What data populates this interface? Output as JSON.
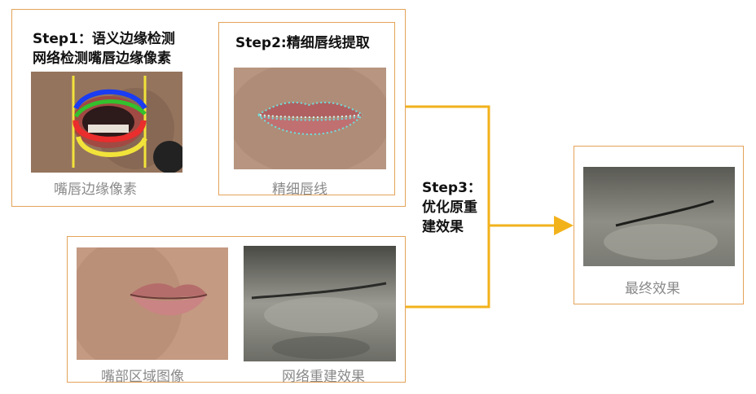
{
  "step1": {
    "title_line1": "Step1：语义边缘检测",
    "title_line2": "网络检测嘴唇边缘像素",
    "caption": "嘴唇边缘像素"
  },
  "step2": {
    "title": "Step2:精细唇线提取",
    "caption": "精细唇线"
  },
  "step3": {
    "line1": "Step3：",
    "line2": "优化原重",
    "line3": "建效果"
  },
  "inputs": {
    "caption_left": "嘴部区域图像",
    "caption_right": "网络重建效果"
  },
  "result": {
    "caption": "最终效果"
  },
  "colors": {
    "box_border": "#e4a35a",
    "arrow_orange": "#e08a2e",
    "connector_yellow": "#f2b21b"
  }
}
